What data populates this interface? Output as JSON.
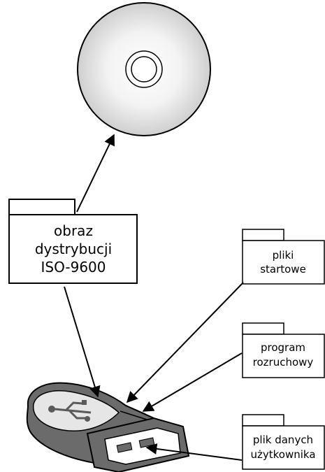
{
  "packages": {
    "iso": {
      "lines": [
        "obraz",
        "dystrybucji",
        "ISO-9600"
      ]
    },
    "startup": {
      "lines": [
        "pliki",
        "startowe"
      ]
    },
    "bootloader": {
      "lines": [
        "program",
        "rozruchowy"
      ]
    },
    "userdata": {
      "lines": [
        "plik danych",
        "użytkownika"
      ]
    }
  },
  "icons": {
    "disc": "cd-disc-icon",
    "usb": "usb-flash-drive-icon"
  },
  "colors": {
    "line": "#000000",
    "usb_body": "#6b6b6b",
    "usb_light": "#e6e6e6",
    "disc_fill": "#f4f4f4",
    "disc_edge": "#c8c8c8"
  }
}
